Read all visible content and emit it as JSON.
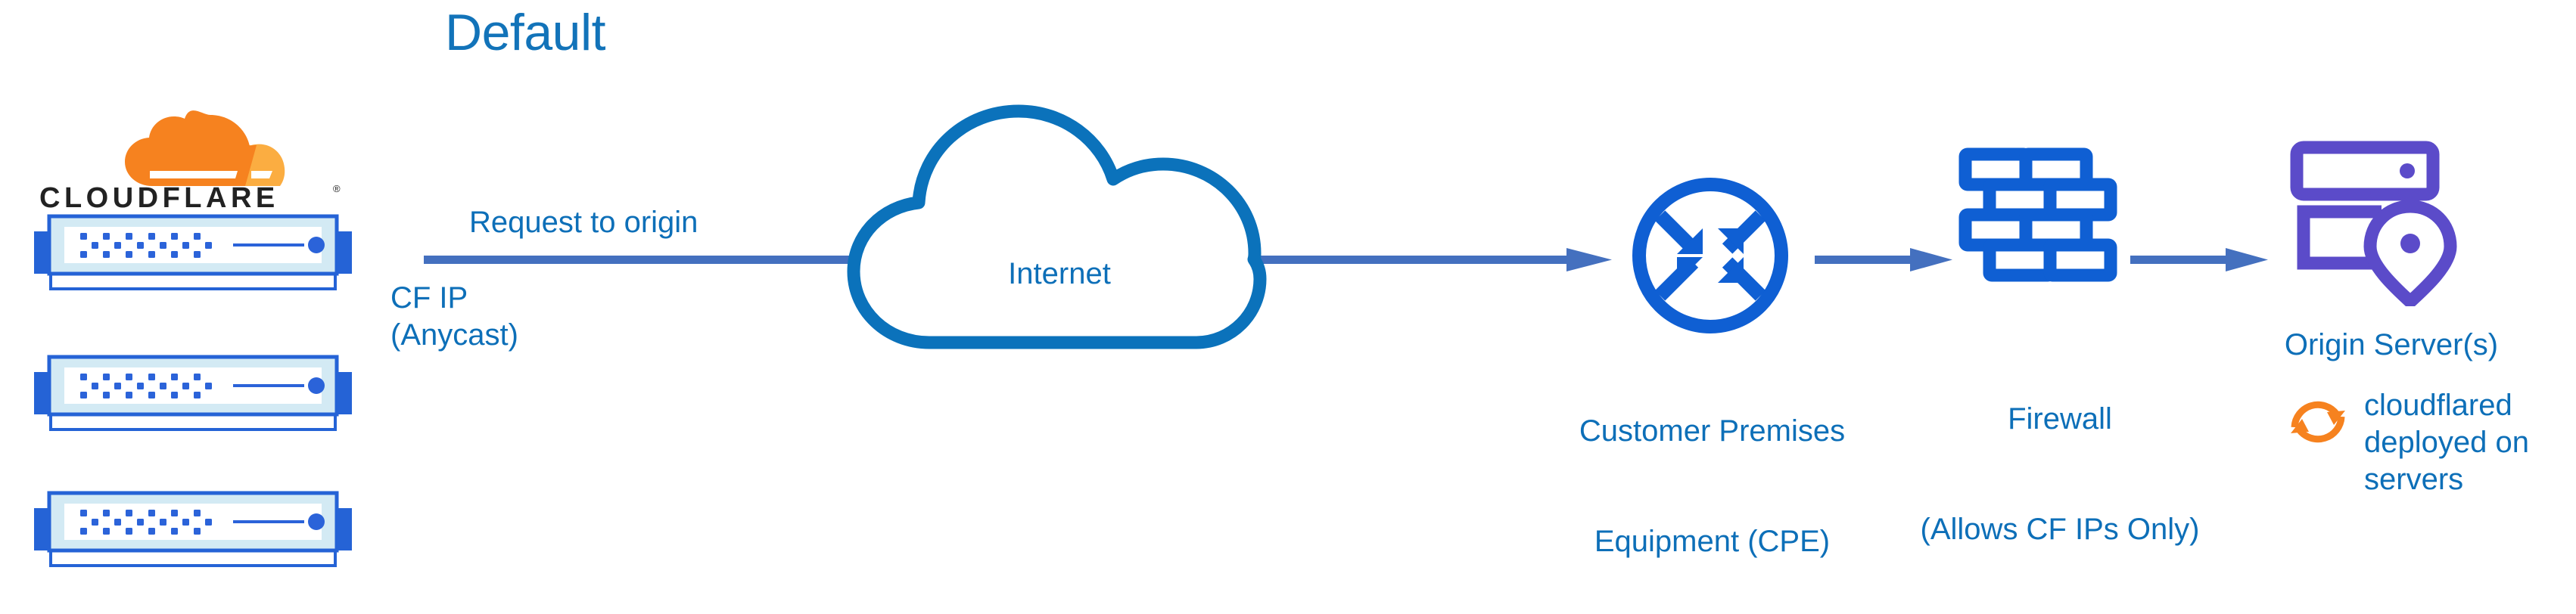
{
  "diagram": {
    "title": "Default",
    "type": "network-architecture-flow",
    "background_color": "#ffffff",
    "colors": {
      "title_blue": "#1273b9",
      "label_blue": "#0d6fb8",
      "arrow_blue": "#4470bf",
      "icon_blue": "#0f5fd3",
      "cloud_outline_blue": "#0b72bb",
      "server_border_blue": "#2563d6",
      "server_fill_cyan": "#d3eaf4",
      "origin_purple": "#5b4bc9",
      "cloudflare_orange": "#f6821f",
      "cloudflare_orange_light": "#fbad41",
      "wordmark_black": "#222222"
    }
  },
  "brand": {
    "wordmark": "CLOUDFLARE",
    "registered_mark": "®",
    "logo_icon": "cloudflare-cloud-logo"
  },
  "edge_nodes": {
    "name": "cloudflare-edge-servers",
    "count": 3,
    "icon": "server-rack-unit-icon"
  },
  "connection": {
    "request_label": "Request to origin",
    "ip_label_line1": "CF IP",
    "ip_label_line2": "(Anycast)"
  },
  "internet": {
    "label": "Internet",
    "icon": "cloud-outline-icon"
  },
  "cpe": {
    "label_line1": "Customer Premises",
    "label_line2": "Equipment (CPE)",
    "icon": "router-four-arrows-circle-icon"
  },
  "firewall": {
    "label_line1": "Firewall",
    "label_line2": "(Allows CF IPs Only)",
    "icon": "brick-wall-icon"
  },
  "origin": {
    "label": "Origin Server(s)",
    "icon": "server-rack-location-pin-icon"
  },
  "cloudflared": {
    "line1": "cloudflared",
    "line2": "deployed on",
    "line3": "servers",
    "icon": "sync-circular-arrows-icon"
  },
  "flow": {
    "arrows": [
      {
        "name": "edge-to-cpe",
        "from": "cloudflare-edge",
        "to": "customer-premises-equipment"
      },
      {
        "name": "cpe-to-firewall",
        "from": "customer-premises-equipment",
        "to": "firewall"
      },
      {
        "name": "firewall-to-origin",
        "from": "firewall",
        "to": "origin-server"
      }
    ]
  }
}
